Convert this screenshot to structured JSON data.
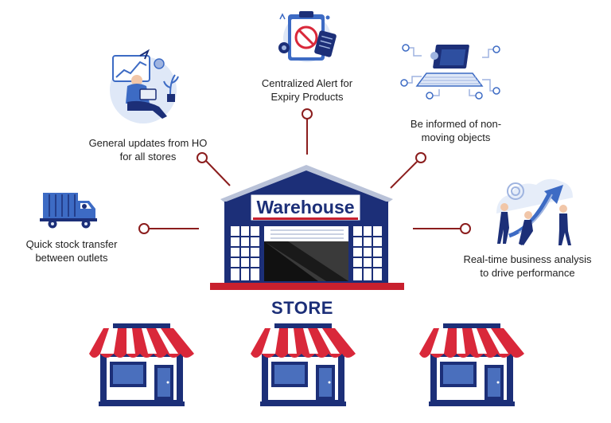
{
  "warehouse": {
    "sign": "Warehouse"
  },
  "store": {
    "label": "STORE"
  },
  "features": {
    "expiry": [
      "Centralized Alert for",
      "Expiry Products"
    ],
    "general": [
      "General updates from HO",
      "for all stores"
    ],
    "nonmoving": [
      "Be informed of non-",
      "moving objects"
    ],
    "transfer": [
      "Quick stock transfer",
      "between outlets"
    ],
    "analysis": [
      "Real-time business analysis",
      "to drive performance"
    ]
  },
  "icons": {
    "expiry": "clipboard-expiry-icon",
    "general": "person-laptop-chart-icon",
    "nonmoving": "network-laptop-icon",
    "transfer": "delivery-truck-icon",
    "analysis": "team-growth-arrow-icon"
  },
  "colors": {
    "navy": "#1c2f78",
    "connector_red": "#8b1d1d",
    "awning_red": "#d9283a",
    "floor_red": "#c8202e",
    "illustration_blue": "#3d6bc4"
  }
}
